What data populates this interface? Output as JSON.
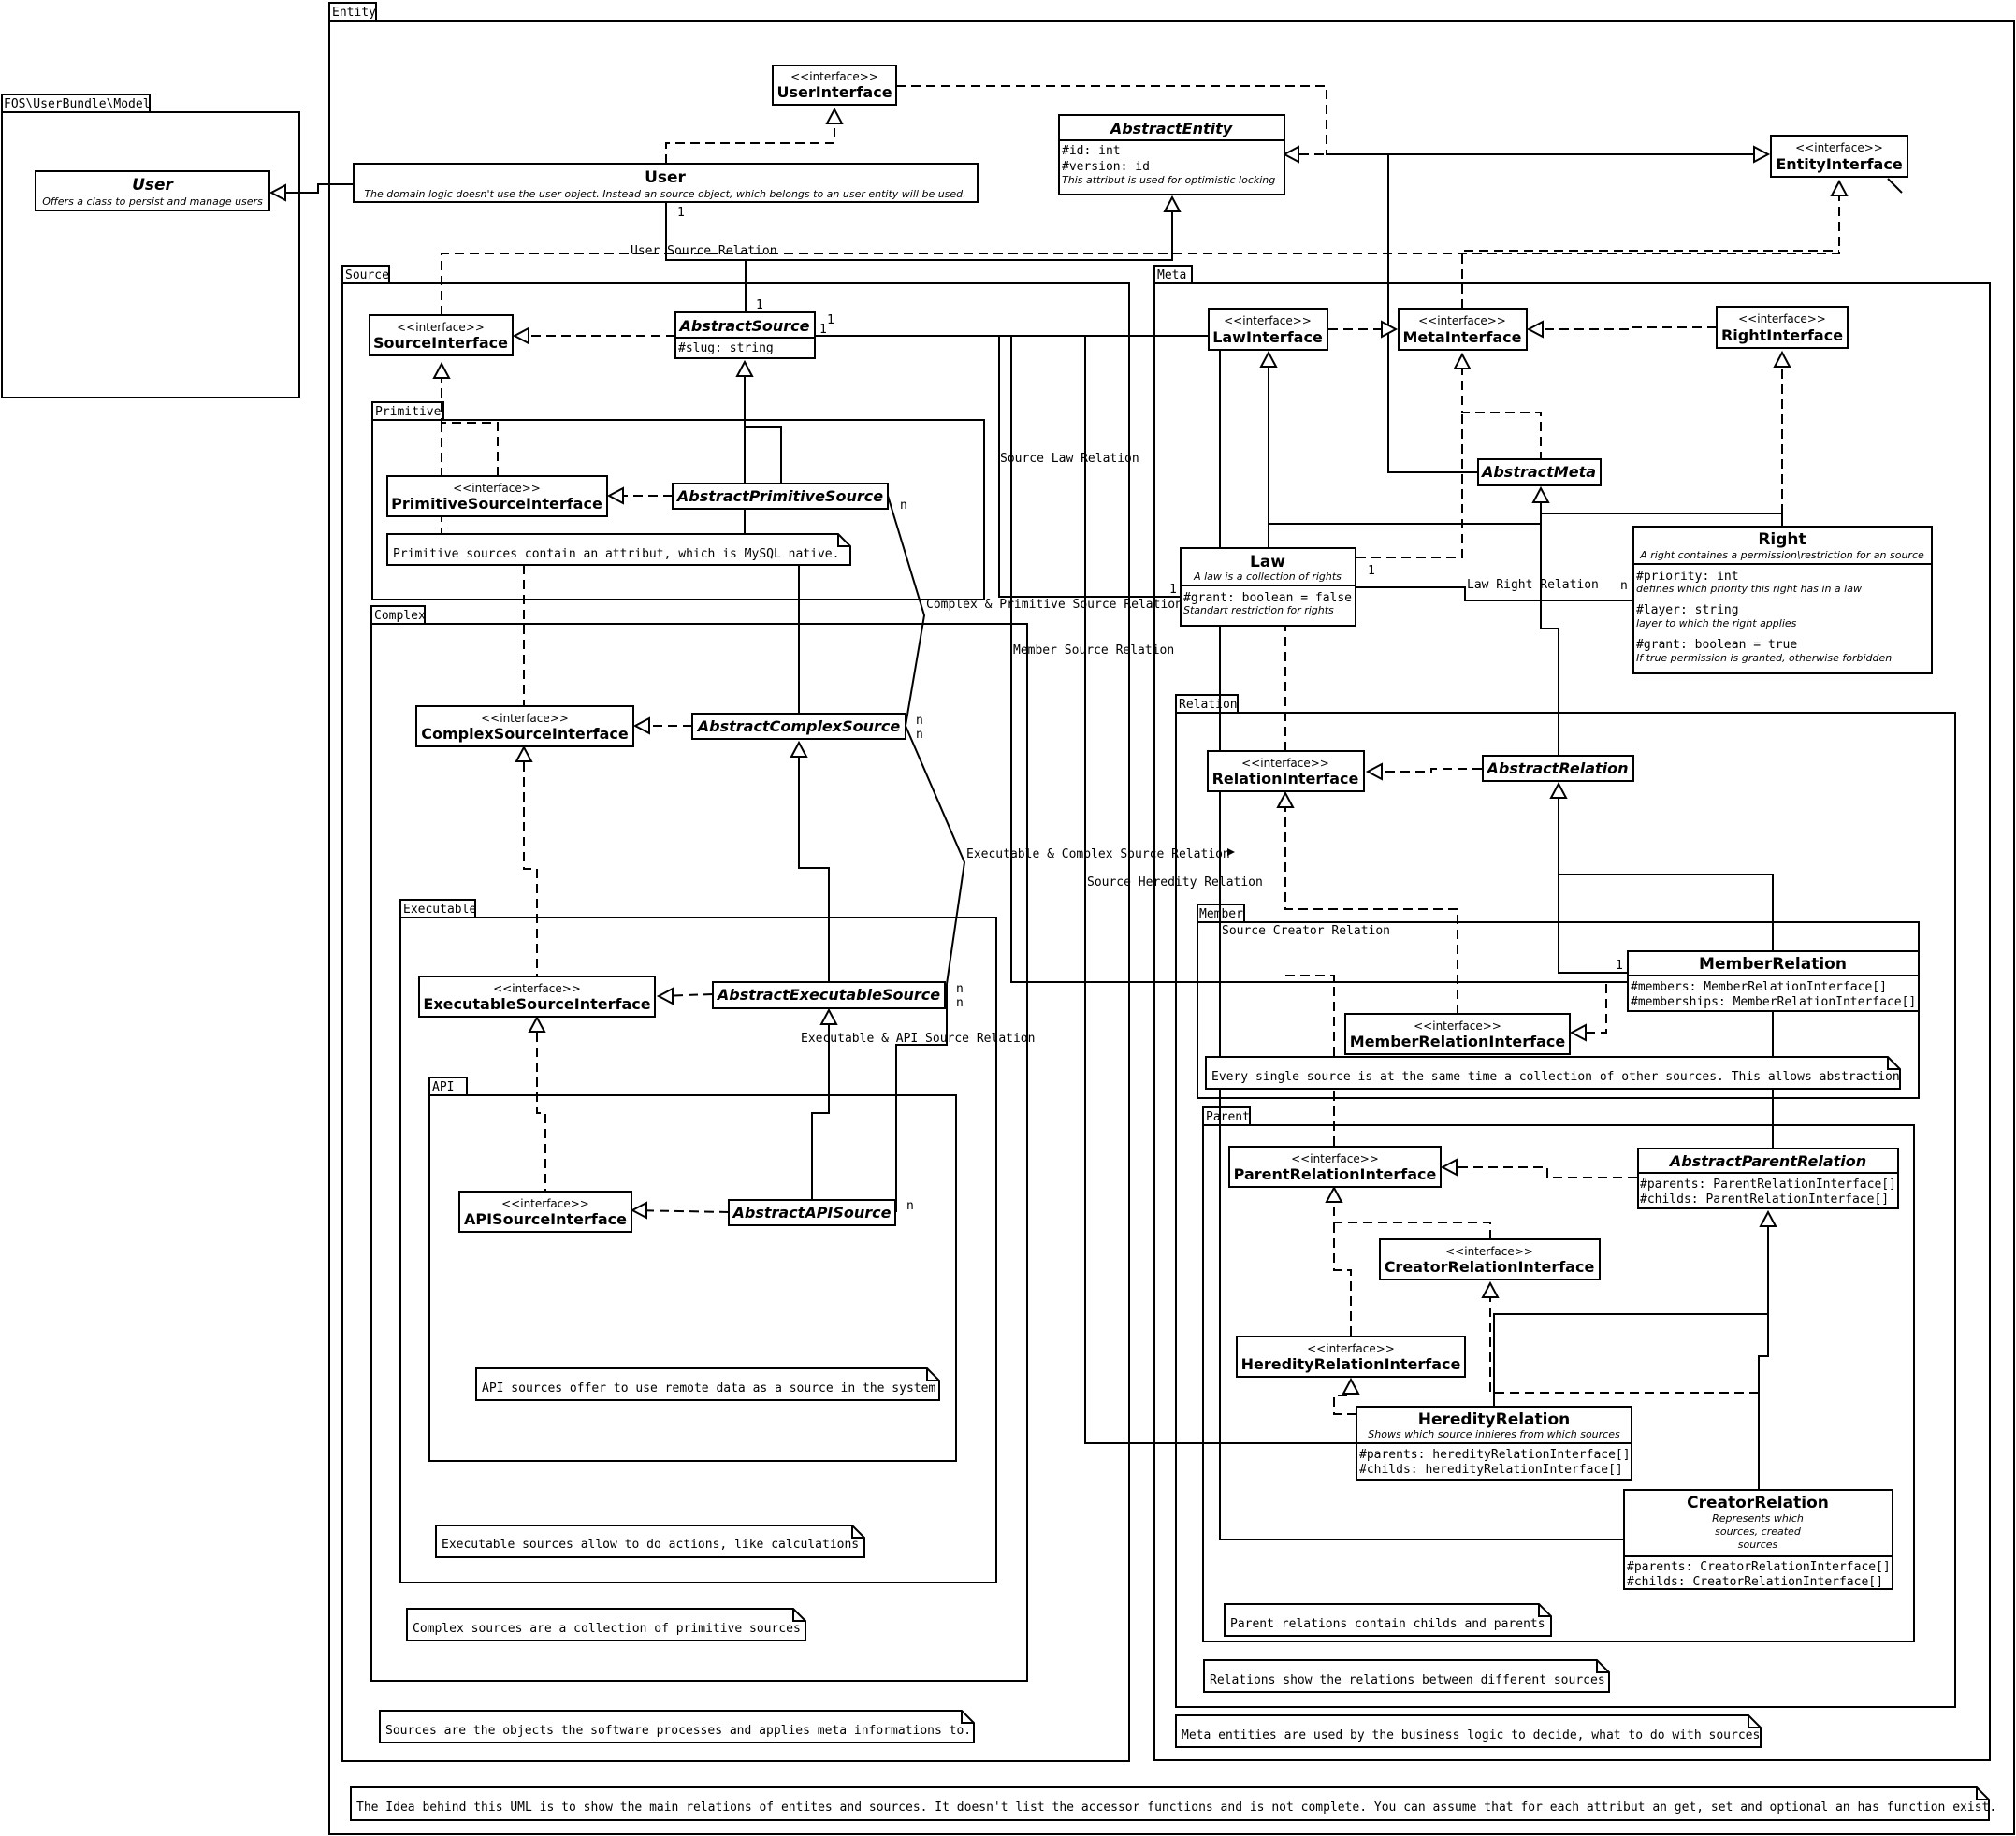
{
  "packages": {
    "entity": "Entity",
    "fos": "FOS\\UserBundle\\Model",
    "source": "Source",
    "primitive": "Primitive",
    "complex": "Complex",
    "executable": "Executable",
    "api": "API",
    "meta": "Meta",
    "relation": "Relation",
    "member": "Member",
    "parent": "Parent"
  },
  "stereotype": "<<interface>>",
  "classes": {
    "user_fos": {
      "name": "User",
      "desc": "Offers a class to persist and manage users"
    },
    "user_interface": {
      "name": "UserInterface"
    },
    "user": {
      "name": "User",
      "desc": "The domain logic doesn't use the user object. Instead an source object, which belongs to an user entity will be used."
    },
    "abstract_entity": {
      "name": "AbstractEntity",
      "attr1": "#id: int",
      "attr2": "#version: id",
      "attr2_note": "This attribut is used for optimistic locking"
    },
    "entity_interface": {
      "name": "EntityInterface"
    },
    "source_interface": {
      "name": "SourceInterface"
    },
    "abstract_source": {
      "name": "AbstractSource",
      "attr1": "#slug: string"
    },
    "primitive_source_interface": {
      "name": "PrimitiveSourceInterface"
    },
    "abstract_primitive_source": {
      "name": "AbstractPrimitiveSource"
    },
    "complex_source_interface": {
      "name": "ComplexSourceInterface"
    },
    "abstract_complex_source": {
      "name": "AbstractComplexSource"
    },
    "executable_source_interface": {
      "name": "ExecutableSourceInterface"
    },
    "abstract_executable_source": {
      "name": "AbstractExecutableSource"
    },
    "api_source_interface": {
      "name": "APISourceInterface"
    },
    "abstract_api_source": {
      "name": "AbstractAPISource"
    },
    "law_interface": {
      "name": "LawInterface"
    },
    "meta_interface": {
      "name": "MetaInterface"
    },
    "right_interface": {
      "name": "RightInterface"
    },
    "abstract_meta": {
      "name": "AbstractMeta"
    },
    "law": {
      "name": "Law",
      "desc": "A law is a collection of rights",
      "attr1": "#grant: boolean = false",
      "attr1_note": "Standart restriction for rights"
    },
    "right": {
      "name": "Right",
      "desc": "A right containes a permission\\restriction for an source",
      "attr1": "#priority: int",
      "attr1_note": "defines which priority this right has in a law",
      "attr2": "#layer: string",
      "attr2_note": "layer to which the right applies",
      "attr3": "#grant: boolean = true",
      "attr3_note": "If true permission is granted, otherwise forbidden"
    },
    "relation_interface": {
      "name": "RelationInterface"
    },
    "abstract_relation": {
      "name": "AbstractRelation"
    },
    "member_relation": {
      "name": "MemberRelation",
      "attr1": "#members: MemberRelationInterface[]",
      "attr2": "#memberships: MemberRelationInterface[]"
    },
    "member_relation_interface": {
      "name": "MemberRelationInterface"
    },
    "parent_relation_interface": {
      "name": "ParentRelationInterface"
    },
    "abstract_parent_relation": {
      "name": "AbstractParentRelation",
      "attr1": "#parents: ParentRelationInterface[]",
      "attr2": "#childs: ParentRelationInterface[]"
    },
    "creator_relation_interface": {
      "name": "CreatorRelationInterface"
    },
    "heredity_relation_interface": {
      "name": "HeredityRelationInterface"
    },
    "heredity_relation": {
      "name": "HeredityRelation",
      "desc": "Shows which source inhieres from which sources",
      "attr1": "#parents: heredityRelationInterface[]",
      "attr2": "#childs: heredityRelationInterface[]"
    },
    "creator_relation": {
      "name": "CreatorRelation",
      "desc1": "Represents which",
      "desc2": "sources, created",
      "desc3": "sources",
      "attr1": "#parents: CreatorRelationInterface[]",
      "attr2": "#childs: CreatorRelationInterface[]"
    }
  },
  "notes": {
    "primitive": "Primitive sources contain an attribut, which is MySQL native.",
    "api": "API sources offer to use remote data as a source in the system",
    "executable": "Executable sources allow to do actions, like calculations",
    "complex": "Complex sources are a collection of primitive sources",
    "sources": "Sources are the objects the software processes and applies meta informations to.",
    "member": "Every single source is at the same time a collection of other sources. This allows abstraction",
    "parent": "Parent relations contain childs and parents",
    "relations": "Relations show the relations between different sources",
    "meta": "Meta entities are used by the business logic to decide, what to do with sources",
    "idea": "The Idea behind this UML is to show the main relations of entites and sources. It doesn't list the accessor functions and is not complete. You can assume that for each attribut an get, set and optional an has function exist."
  },
  "relations": {
    "user_source": "User Source Relation",
    "source_law": "Source Law Relation",
    "complex_primitive": "Complex & Primitive Source Relation",
    "member_source": "Member Source Relation",
    "executable_complex": "Executable & Complex Source Relation",
    "source_heredity": "Source Heredity Relation",
    "source_creator": "Source Creator Relation",
    "executable_api": "Executable & API Source Relation",
    "law_right": "Law Right Relation"
  },
  "multiplicity": {
    "one": "1",
    "many": "n"
  }
}
